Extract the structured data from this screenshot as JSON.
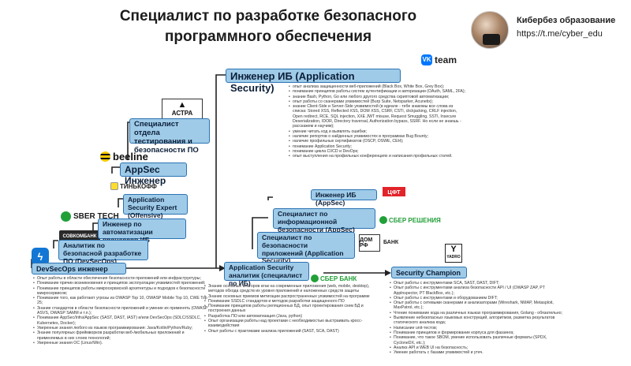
{
  "header": {
    "title": "Специалист по разработке безопасного программного обеспечения",
    "channel_title": "Кибербез образование",
    "channel_link": "https://t.me/cyber_edu"
  },
  "logos": {
    "astra": "АСТРА",
    "beeline": "beeline",
    "tinkoff": "ТИНЬКОФФ",
    "sber_tech": "SBER TECH",
    "sovcombank": "СОВКОМБАНК",
    "vk_team": "team",
    "cft": "ЦФТ",
    "sber_resheniya": "СБЕР РЕШЕНИЯ",
    "domrf": "ДОМ РФ",
    "bank": "БАНК",
    "sber_bank": "СБЕР БАНК",
    "yadro": "YADRO"
  },
  "roles": {
    "devsecops": "DevSecOps инженер",
    "analyst_devsecops": "Аналитик по безопасной разработке ПО (DevSecOps)",
    "automation": "Инженер по автоматизации процессов ИБ (DevSecOps)",
    "appsec_expert": "Application Security Expert (Offensive)",
    "appsec_engineer": "AppSec Инженер",
    "dept_head": "Специалист отдела тестирования и безопасности ПО",
    "ib_engineer": "Инженер ИБ (Application Security)",
    "ib_engineer_appsec": "Инженер ИБ (AppSec)",
    "info_sec_specialist": "Специалист по информационной безопасности (AppSec)",
    "app_sec_specialist": "Специалист по безопасности приложений (Application Security)",
    "appsec_analyst": "Application Security аналитик (специалист по ИБ)",
    "security_champion": "Security Champion"
  },
  "bullets": {
    "devsecops": [
      "Опыт работы в области обеспечения безопасности приложений или инфраструктуры;",
      "Понимание причин возникновения и принципов эксплуатации уязвимостей приложений;",
      "Понимание принципов работы микросервисной архитектуры и подходов к безопасности микросервисов;",
      "Понимание того, как работают угрозы из OWASP Top 10, OWASP Mobile Top 10, CWE Top 25;",
      "Знание стандартов в области безопасности приложений и умение их применять (OWASP ASVS, OWASP SAMM и т.п.);",
      "Понимание AppSec/Infra/AppSec (SAST, DAST, IAST) и/или DevSecOps (SDLC/SSDLC, Kubernetes, Docker);",
      "Уверенные знания любого из языков программирования: Java/Kotlin/Python/Ruby;",
      "Знание популярных фреймворков разработки веб-/мобильных приложений и применяемых в них слоев технологий;",
      "Уверенные знания ОС (Linux/Win)."
    ],
    "ib_engineer": [
      "опыт анализа защищенности веб-приложений (Black Box, White Box, Grey Box);",
      "понимание принципов работы систем аутентификации и авторизации (OAuth, SAML, 2FA);",
      "знание Bash, Python, Go или любого другого средства скриптовой автоматизации;",
      "опыт работы со сканерами уязвимостей (Burp Suite, Netsparker, Acunetix);",
      "знание Client-Side и Server-Side уязвимостей (в идеале - тебе знакомы все слова из списка: Stored XSS, Reflected XSS, DOM XSS, CSRF, CSTI, clickjacking, CRLF injection, Open redirect, RCE, SQL injection, XXE JWT misuse, Request Smuggling, SSTI, Insecure Deserialization, IDOR, Directory traversal, Authorization bypass, SSRF. Но если не знаешь - расскажем и научим);",
      "умение читать код и выявлять ошибки;",
      "наличие репортов о найденных уязвимостях в программах Bug Bounty;",
      "наличие профильных сертификатов (OSCP, OSWE, CEH);",
      "понимание Application Security;",
      "понимание цикла CI/CD и DevOps;",
      "опыт выступления на профильных конференциях и написания профильных статей."
    ],
    "appsec_analyst": [
      "Знание основных векторов атак на современные приложения (web, mobile, desktop), методов обхода средств их уровня приложений и наложенных средств защиты",
      "Знание основных приемов митигации распространенных уязвимостей на программе",
      "Понимание SSDLC стандартов и методов разработки защищенного ПО",
      "Понимание принципов работы реляционных БД, опыт проектирования схем БД и построения данных",
      "Разработка ПО или автоматизация (Java, python)",
      "Опыт организации работы над проектами с необходимостью выстраивать кросс-взаимодействия",
      "Опыт работы с практиками анализа приложений (SAST, SCA, DAST)"
    ],
    "security_champion": [
      "Опыт работы с инструментами SCA, SAST, DAST, DIFT;",
      "Опыт работы с инструментами анализа безопасности API / UI (OWASP ZAP, PT Applnspector, PT BlackBox, etc.);",
      "Опыт работы с инструментами и оборудованием DIFT;",
      "Опыт работы с сетевыми сканерами и анализаторами (Wireshark, NMAP, Metasploit, MaxPatrol, etc.);",
      "Чтение понимание кода на различных языках программирования, Golang - обязательно;",
      "Выявление небезопасных языковых конструкций, алгоритмов, разметка результатов статического анализа кода;",
      "Написание unit-тестов;",
      "Понимание принципов и формирование корпуса для фаззинга;",
      "Понимание, что такое SBOM, умение использовать различные форматы (SPDX, CycloneDX, etc.);",
      "Анализ API и WEB UI на безопасность;",
      "Умение работать с базами уязвимостей и утеч."
    ]
  }
}
